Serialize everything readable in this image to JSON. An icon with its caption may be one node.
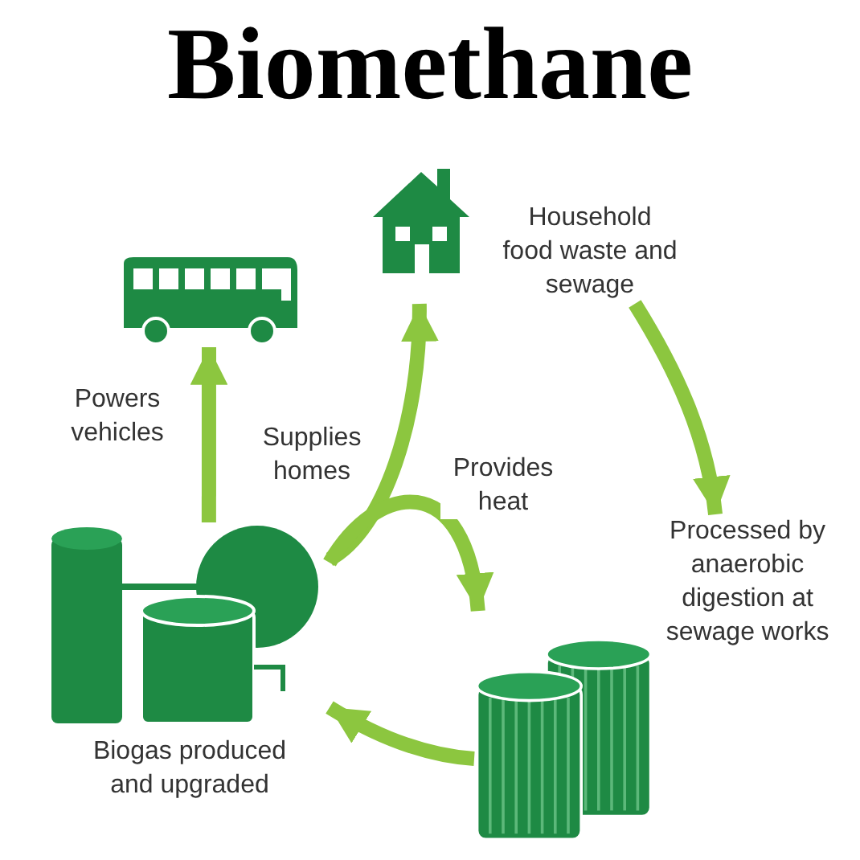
{
  "diagram": {
    "title": "Biomethane",
    "nodes": [
      {
        "text": [],
        "shape": "picture",
        "beside": [
          "Household food waste and sewage"
        ]
      },
      {
        "text": [],
        "shape": "picture",
        "beside": [
          "Processed by anaerobic digestion at sewage works"
        ]
      },
      {
        "text": [],
        "shape": "picture",
        "beside": [
          "Biogas produced and upgraded"
        ]
      },
      {
        "text": [],
        "shape": "picture"
      }
    ],
    "edges": [
      {
        "from": 0,
        "to": 1,
        "arrow": "to"
      },
      {
        "from": 1,
        "to": 2,
        "arrow": "to"
      },
      {
        "from": 2,
        "to": 3,
        "arrow": "to",
        "label": "Powers vehicles"
      },
      {
        "from": 2,
        "to": 0,
        "arrow": "to",
        "label": "Supplies homes"
      },
      {
        "from": 2,
        "to": 1,
        "arrow": "to",
        "label": "Provides heat"
      }
    ]
  }
}
